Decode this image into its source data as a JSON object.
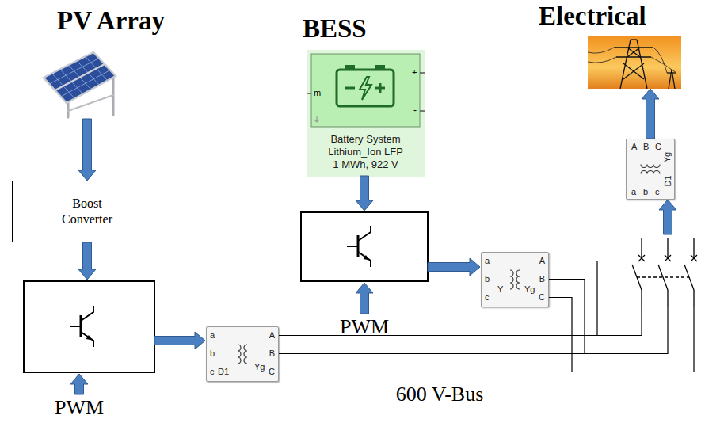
{
  "diagram": {
    "nodes": [
      {
        "text": [
          "PV Array"
        ]
      },
      {
        "text": [
          "BESS",
          "Battery System Lithium_Ion LFP 1 MWh, 922 V"
        ]
      },
      {
        "text": [
          "Electrical"
        ]
      },
      {
        "text": [
          "A",
          "B",
          "C",
          "Yg",
          "a",
          "b",
          "c",
          "D1"
        ]
      },
      {
        "text": [
          "Boost Converter"
        ]
      },
      {
        "text": [
          "a",
          "b",
          "c",
          "Y",
          "A",
          "B",
          "C",
          "Yg"
        ]
      },
      {
        "text": [
          "a",
          "b",
          "c",
          "D1",
          "A",
          "B",
          "C",
          "Yg"
        ]
      }
    ],
    "edges": [
      {
        "from": 0,
        "to": 4,
        "arrow": "to"
      },
      {
        "from": 3,
        "to": 2,
        "arrow": "to"
      }
    ],
    "labels": [
      "+",
      "m",
      "-",
      "PWM",
      "600 V-Bus",
      "PWM"
    ]
  }
}
